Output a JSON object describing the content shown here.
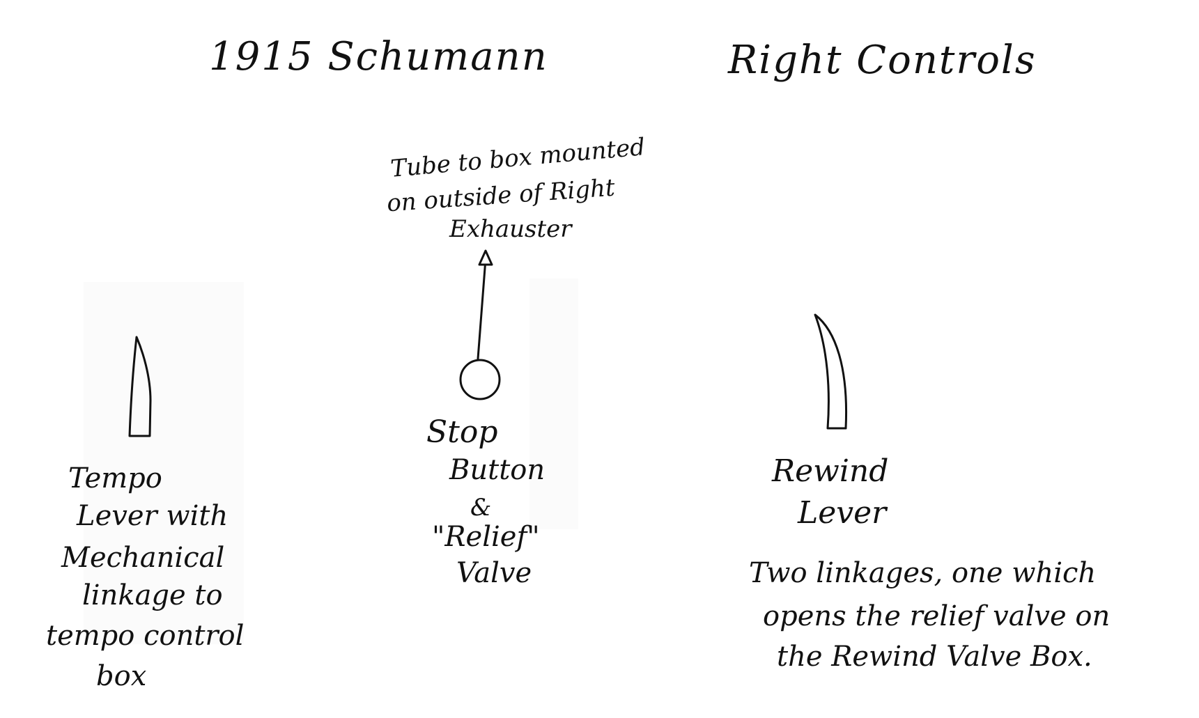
{
  "titles": {
    "left": "1915 Schumann",
    "right": "Right Controls"
  },
  "tube_label": {
    "line1": "Tube to box mounted",
    "line2": "on outside of Right",
    "line3": "Exhauster"
  },
  "stop_label": {
    "line1": "Stop",
    "line2": "Button",
    "line3": "&",
    "line4": "\"Relief\"",
    "line5": "Valve"
  },
  "tempo_label": {
    "line1": "Tempo",
    "line2": "Lever with",
    "line3": "Mechanical",
    "line4": "linkage to",
    "line5": "tempo control",
    "line6": "box"
  },
  "rewind_label": {
    "line1": "Rewind",
    "line2": "Lever"
  },
  "rewind_note": {
    "line1": "Two linkages, one which",
    "line2": "opens the relief valve on",
    "line3": "the Rewind Valve Box."
  },
  "colors": {
    "ink": "#111111",
    "paper": "#ffffff"
  }
}
